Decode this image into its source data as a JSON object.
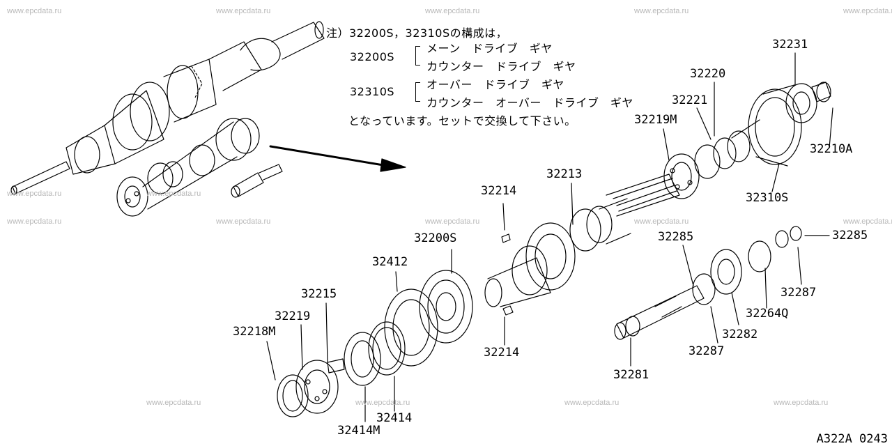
{
  "watermark": "www.epcdata.ru",
  "note": {
    "line1": "注）32200S，32310Sの構成は，",
    "group1_code": "32200S",
    "group1_items": [
      "メーン　ドライブ　ギヤ",
      "カウンター　ドライブ　ギヤ"
    ],
    "group2_code": "32310S",
    "group2_items": [
      "オーバー　ドライブ　ギヤ",
      "カウンター　オーバー　ドライブ　ギヤ"
    ],
    "line_end": "となっています。セットで交換して下さい。"
  },
  "parts": [
    "32231",
    "32220",
    "32221",
    "32219M",
    "32210A",
    "32310S",
    "32213",
    "32214",
    "32214",
    "32200S",
    "32412",
    "32215",
    "32219",
    "32218M",
    "32414",
    "32414M",
    "32285",
    "32285",
    "32287",
    "32264Q",
    "32282",
    "32287",
    "32281"
  ],
  "diagram_code": "A322A 0243"
}
